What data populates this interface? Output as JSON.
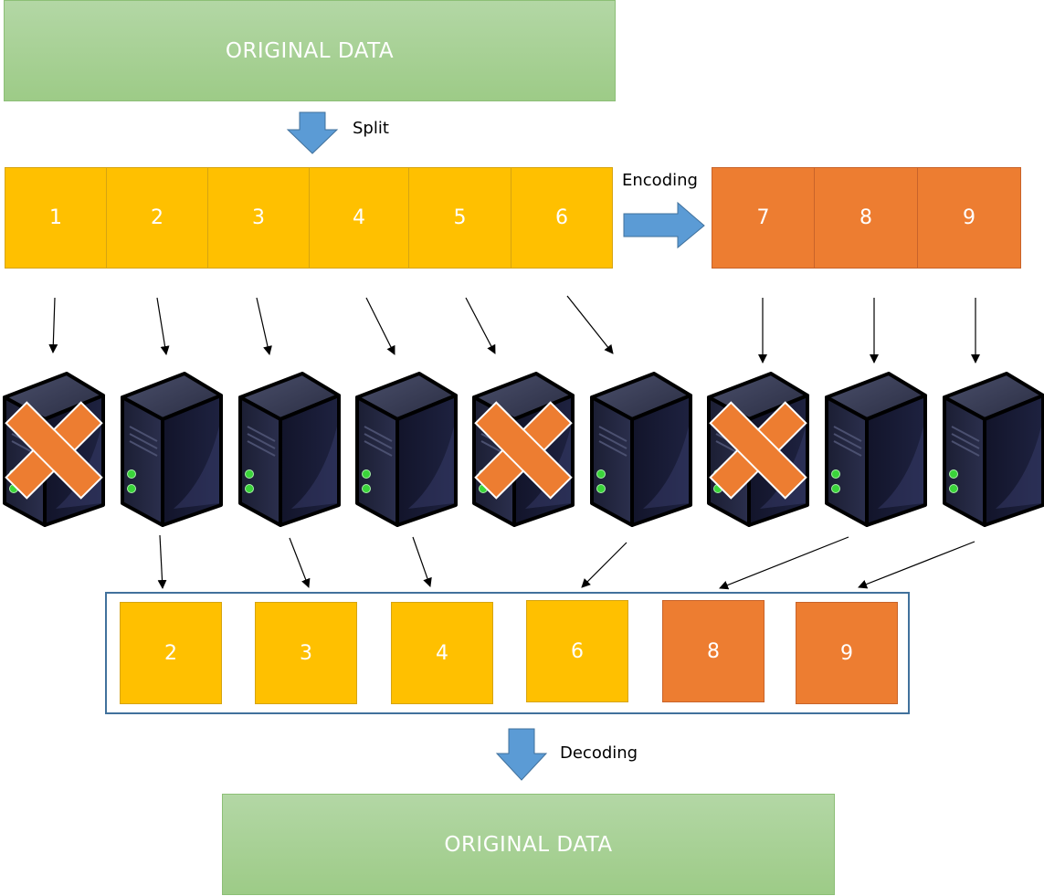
{
  "top_box": {
    "label": "ORIGINAL DATA"
  },
  "bottom_box": {
    "label": "ORIGINAL DATA"
  },
  "split_label": "Split",
  "encoding_label": "Encoding",
  "decoding_label": "Decoding",
  "data_chunks": [
    "1",
    "2",
    "3",
    "4",
    "5",
    "6"
  ],
  "parity_chunks": [
    "7",
    "8",
    "9"
  ],
  "recovered_chunks": [
    "2",
    "3",
    "4",
    "6",
    "8",
    "9"
  ],
  "servers": [
    {
      "failed": true
    },
    {
      "failed": false
    },
    {
      "failed": false
    },
    {
      "failed": false
    },
    {
      "failed": true
    },
    {
      "failed": false
    },
    {
      "failed": true
    },
    {
      "failed": false
    },
    {
      "failed": false
    }
  ],
  "colors": {
    "data_chunk": "#ffc000",
    "parity_chunk": "#ed7d31",
    "original_box": "#a9d18e",
    "arrow": "#5b9bd5",
    "fail_mark": "#ed7d31"
  }
}
